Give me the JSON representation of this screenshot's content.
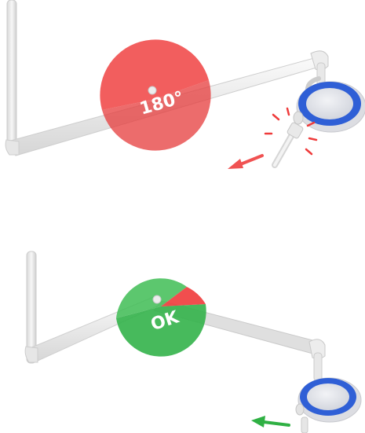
{
  "scenes": [
    {
      "status": "warning",
      "label": "180°",
      "arc_color": "#f04848",
      "arrow_color": "#f05252"
    },
    {
      "status": "ok",
      "label": "OK",
      "arc_color": "#33b24a",
      "warning_color": "#ef3b3b",
      "arrow_color": "#2fb043"
    }
  ],
  "colors": {
    "arm_light": "#f4f4f4",
    "arm_mid": "#e2e2e2",
    "arm_dark": "#c9c9c9",
    "lamp_blue": "#2f5fd6",
    "lamp_face": "#e9eaee"
  }
}
